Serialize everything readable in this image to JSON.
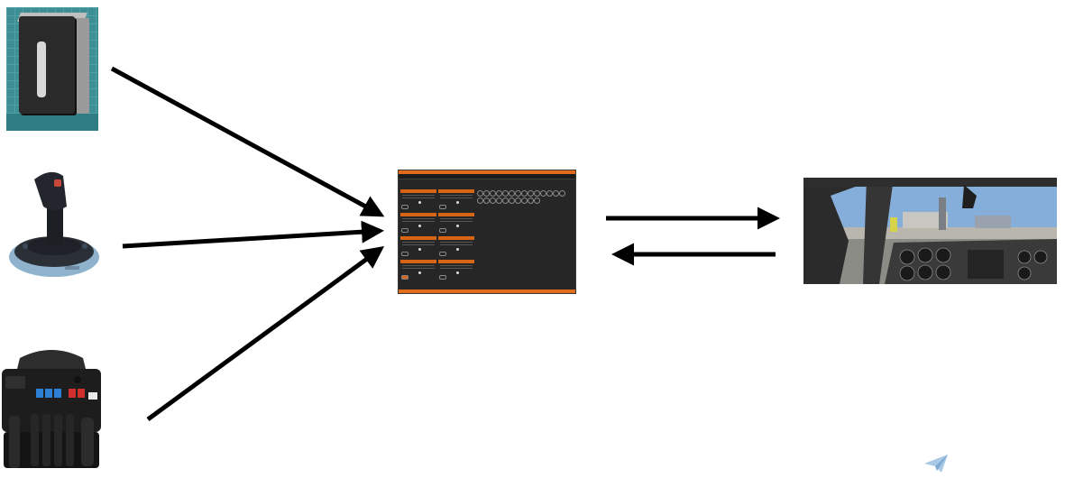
{
  "diagram": {
    "inputs": [
      {
        "name": "lever-box"
      },
      {
        "name": "joystick"
      },
      {
        "name": "throttle-quadrant"
      }
    ],
    "hub": {
      "name": "mapping-software"
    },
    "output": {
      "name": "flight-simulator"
    },
    "colors": {
      "arrow": "#000000",
      "app_accent": "#e06b1a",
      "app_bg": "#262626",
      "sky": "#7fa8d6",
      "plane_icon": "#a9c9e6"
    }
  }
}
